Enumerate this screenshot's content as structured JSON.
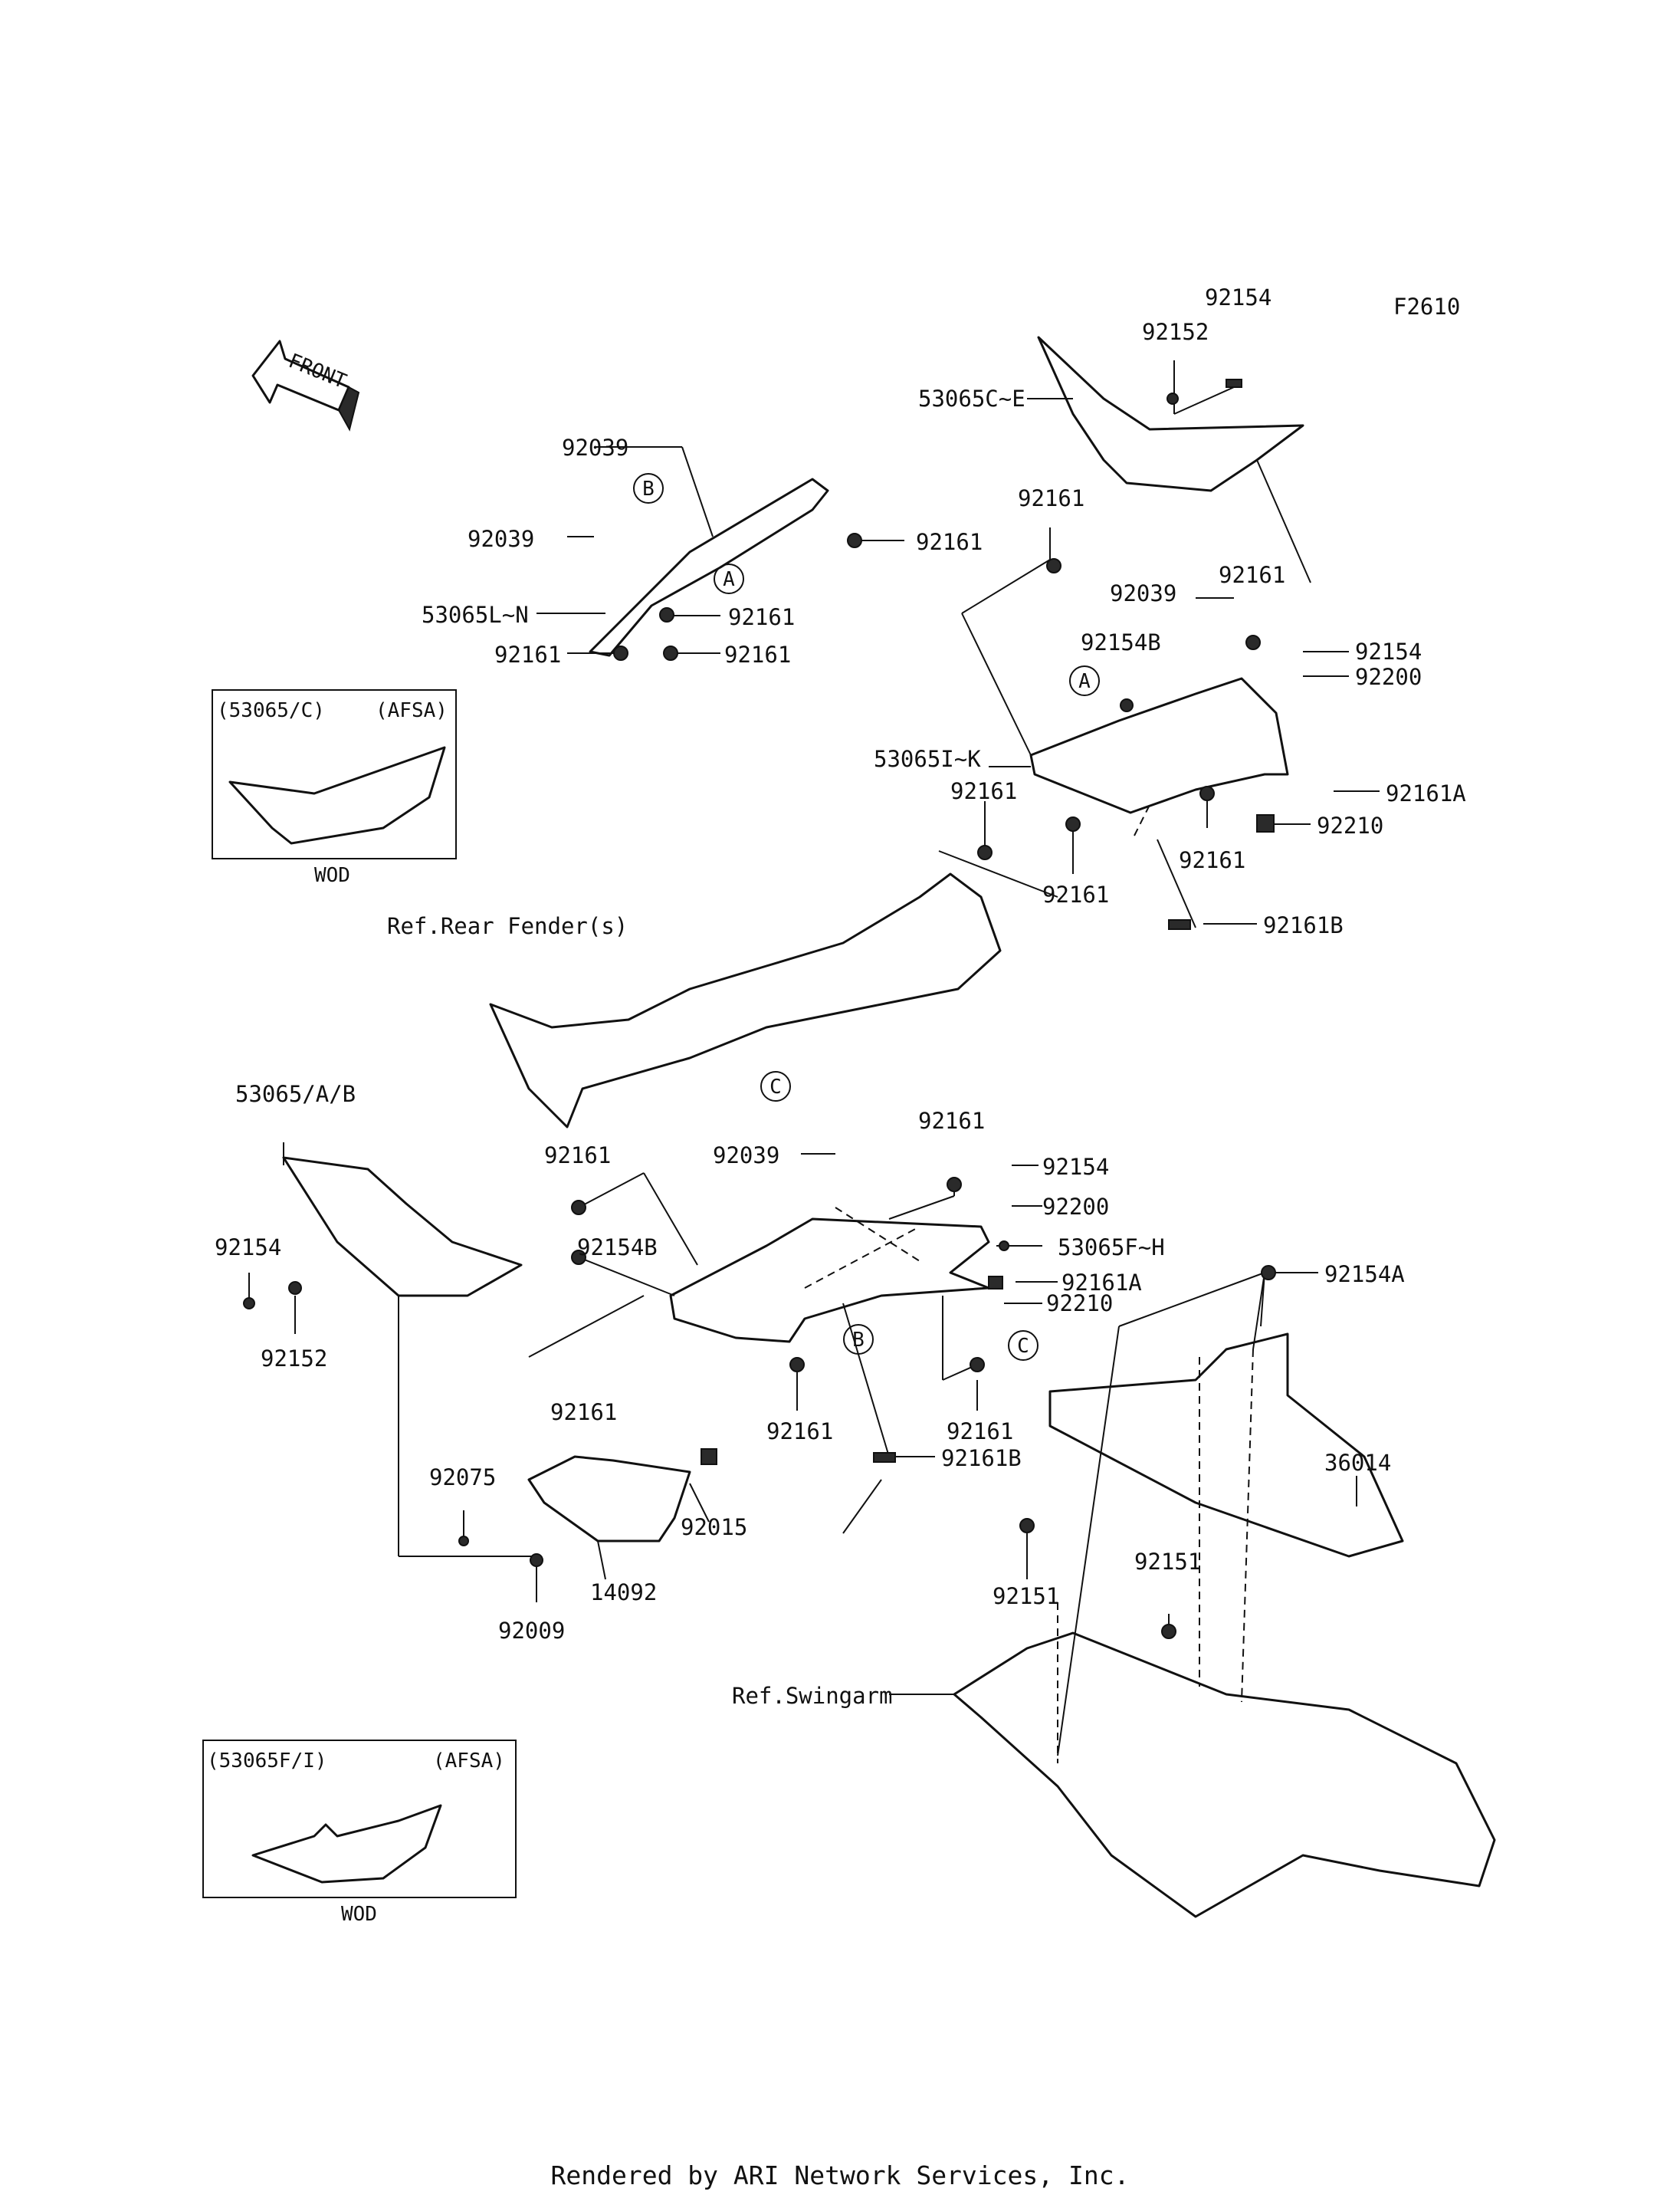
{
  "figure_code": "F2610",
  "front_label": "FRONT",
  "footer": "Rendered by ARI Network Services, Inc.",
  "inset_top": {
    "code": "(53065/C)",
    "tag": "(AFSA)",
    "note": "WOD"
  },
  "inset_bottom": {
    "code": "(53065F/I)",
    "tag": "(AFSA)",
    "note": "WOD"
  },
  "refs": {
    "rear_fender": "Ref.Rear Fender(s)",
    "swingarm": "Ref.Swingarm"
  },
  "callouts": {
    "a": "A",
    "b": "B",
    "c": "C"
  },
  "labels": {
    "p92154_top": "92154",
    "p92152_top": "92152",
    "p53065C": "53065C~E",
    "p92039_a": "92039",
    "p92039_b": "92039",
    "p92161_a": "92161",
    "p53065L": "53065L~N",
    "p92161_b": "92161",
    "p92161_c": "92161",
    "p92161_d": "92161",
    "p92161_e": "92161",
    "p92039_c": "92039",
    "p92161_f": "92161",
    "p92154B_a": "92154B",
    "p92154_r": "92154",
    "p92200_a": "92200",
    "p53065I": "53065I~K",
    "p92161A_a": "92161A",
    "p92161_g": "92161",
    "p92210_a": "92210",
    "p92161_h": "92161",
    "p92161_i": "92161",
    "p92161B_a": "92161B",
    "p53065AB": "53065/A/B",
    "p92161_j": "92161",
    "p92039_d": "92039",
    "p92161_k": "92161",
    "p92154_m": "92154",
    "p92200_b": "92200",
    "p92154_l": "92154",
    "p92154B_b": "92154B",
    "p53065F": "53065F~H",
    "p92161A_b": "92161A",
    "p92154A": "92154A",
    "p92152_l": "92152",
    "p92210_b": "92210",
    "p92161_l": "92161",
    "p92161_m": "92161",
    "p92161_n": "92161",
    "p92161B_b": "92161B",
    "p36014": "36014",
    "p92075": "92075",
    "p92015": "92015",
    "p14092": "14092",
    "p92009": "92009",
    "p92151_a": "92151",
    "p92151_b": "92151"
  }
}
